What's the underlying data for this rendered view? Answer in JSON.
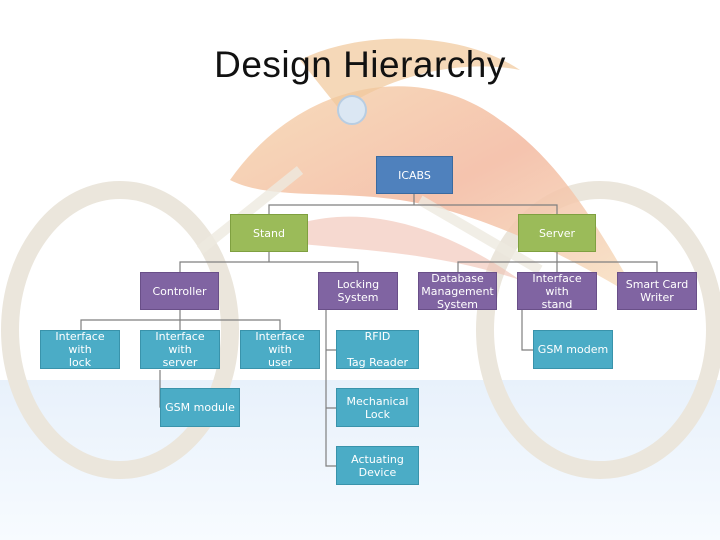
{
  "title": "Design Hierarchy",
  "nodes": {
    "icabs": "ICABS",
    "stand": "Stand",
    "server": "Server",
    "controller": "Controller",
    "locking_system": "Locking System",
    "database_management_system": "Database\nManagement\nSystem",
    "interface_with_stand": "Interface with\nstand",
    "smart_card_writer": "Smart Card\nWriter",
    "interface_with_lock": "Interface with\nlock",
    "interface_with_server": "Interface with\nserver",
    "interface_with_user": "Interface with\nuser",
    "rfid_tag_reader": "RFID\n\nTag Reader",
    "gsm_modem": "GSM modem",
    "gsm_module": "GSM module",
    "mechanical_lock": "Mechanical\nLock",
    "actuating_device": "Actuating\nDevice"
  },
  "colors": {
    "level0": "#4f81bd",
    "level1": "#9bbb59",
    "level2": "#8064a2",
    "level3": "#4bacc6",
    "connector": "#7f7f7f"
  }
}
